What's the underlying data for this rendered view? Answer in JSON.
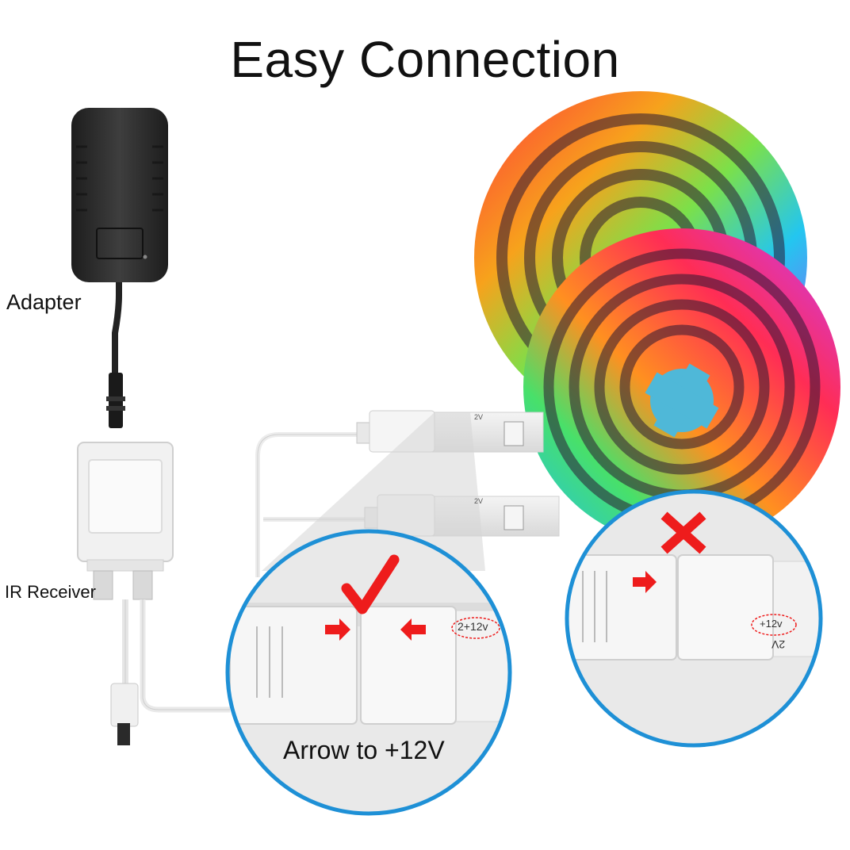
{
  "title": "Easy Connection",
  "labels": {
    "adapter": "Adapter",
    "ir_receiver": "IR Receiver",
    "arrow_instruction": "Arrow to +12V",
    "correct_marking": "2+12v",
    "wrong_marking": "+12v",
    "wrong_marking_flipped": "2V",
    "strip_marking_1": "2V",
    "strip_marking_2": "2V"
  },
  "icons": {
    "correct": "check-mark-icon",
    "wrong": "x-mark-icon",
    "arrow": "arrow-right-icon"
  },
  "colors": {
    "circle_border": "#1e90d6",
    "mark_red": "#ee1c1c",
    "adapter_body": "#2b2b2b"
  }
}
